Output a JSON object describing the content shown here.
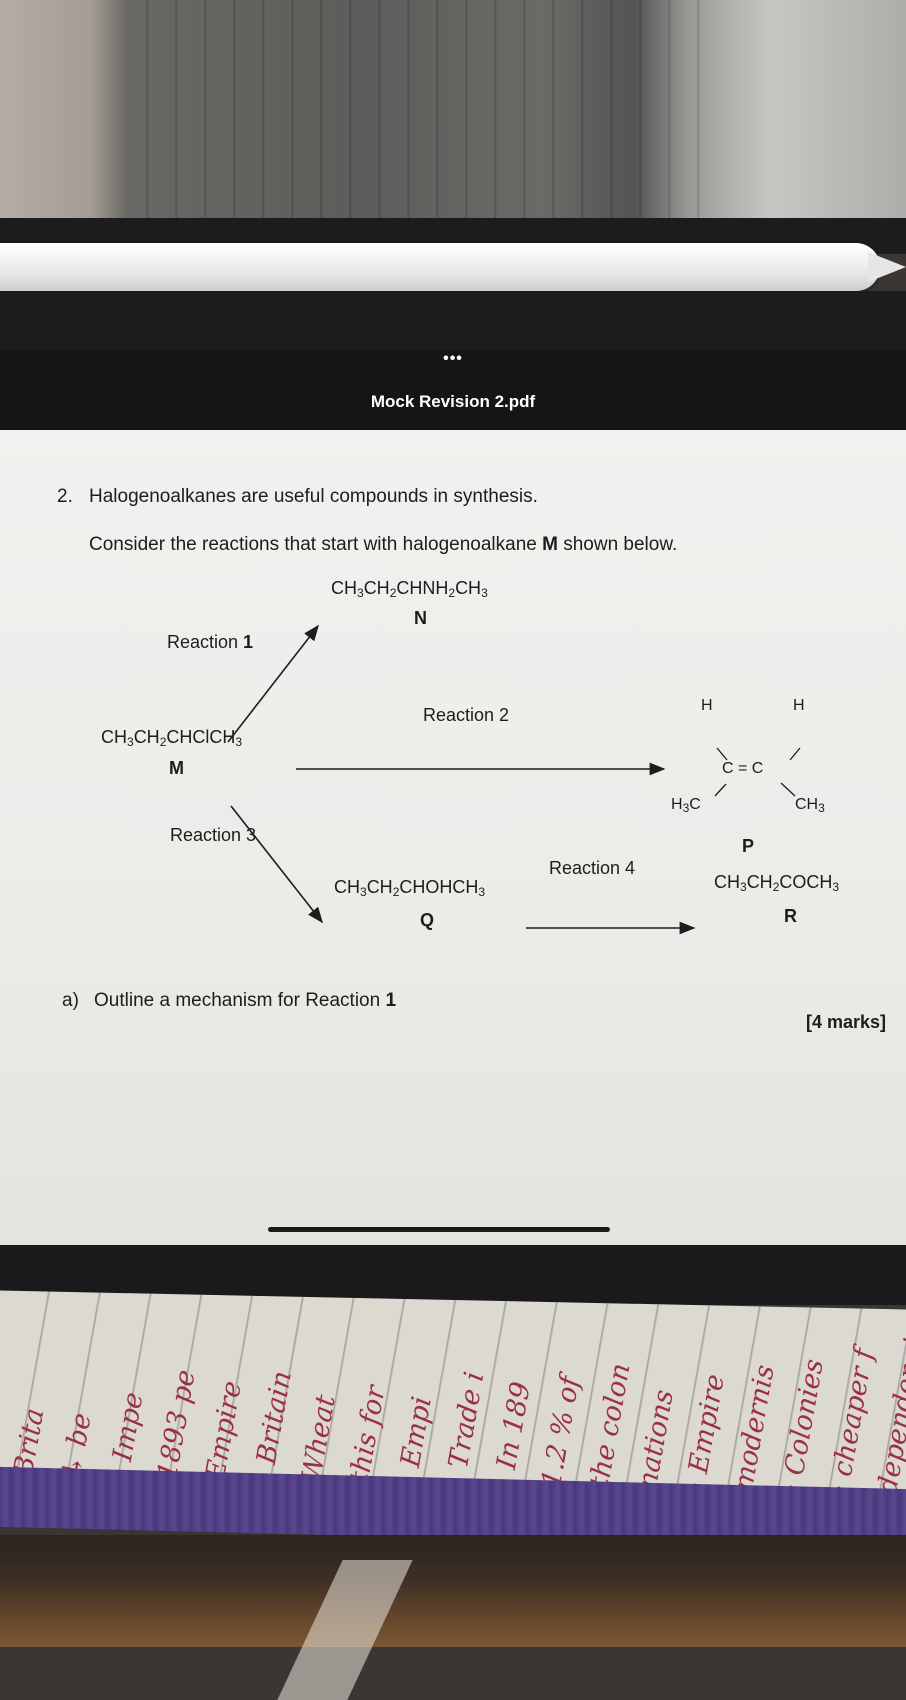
{
  "app": {
    "menu_dots": "•••",
    "document_title": "Mock Revision 2.pdf"
  },
  "question": {
    "number": "2.",
    "intro": "Halogenoalkanes are useful compounds in synthesis.",
    "instruction_pre": "Consider the reactions that start with halogenoalkane ",
    "instruction_bold": "M",
    "instruction_post": " shown below."
  },
  "scheme": {
    "M": {
      "formula_a": "CH",
      "s1": "3",
      "formula_b": "CH",
      "s2": "2",
      "formula_c": "CHClCH",
      "s3": "3",
      "label": "M"
    },
    "N": {
      "formula_a": "CH",
      "s1": "3",
      "formula_b": "CH",
      "s2": "2",
      "formula_c": "CHNH",
      "s3": "2",
      "formula_d": "CH",
      "s4": "3",
      "label": "N"
    },
    "Q": {
      "formula_a": "CH",
      "s1": "3",
      "formula_b": "CH",
      "s2": "2",
      "formula_c": "CHOHCH",
      "s3": "3",
      "label": "Q"
    },
    "R": {
      "formula_a": "CH",
      "s1": "3",
      "formula_b": "CH",
      "s2": "2",
      "formula_c": "COCH",
      "s3": "3",
      "label": "R"
    },
    "P": {
      "h_left": "H",
      "h_right": "H",
      "cc": "C = C",
      "h3c_a": "H",
      "h3c_sub": "3",
      "h3c_b": "C",
      "ch3_a": "CH",
      "ch3_sub": "3",
      "label": "P"
    },
    "reaction_1_pre": "Reaction ",
    "reaction_1_num": "1",
    "reaction_2": "Reaction 2",
    "reaction_3": "Reaction 3",
    "reaction_4": "Reaction 4"
  },
  "part_a": {
    "label": "a)",
    "text": "Outline a mechanism for Reaction ",
    "text_bold": "1",
    "marks": "[4 marks]"
  },
  "notebook": {
    "handwriting": [
      "Brita",
      "↳ be",
      "· Impe",
      "1893 pe",
      "Empire",
      "· Britain",
      "Wheat",
      "this for",
      "· Empi",
      "· Trade i",
      "· In 189",
      "1.2 % of",
      "the colon",
      "nations",
      "· Empire",
      "modernis",
      "· Colonies",
      "· cheaper f",
      "dependenci"
    ]
  }
}
